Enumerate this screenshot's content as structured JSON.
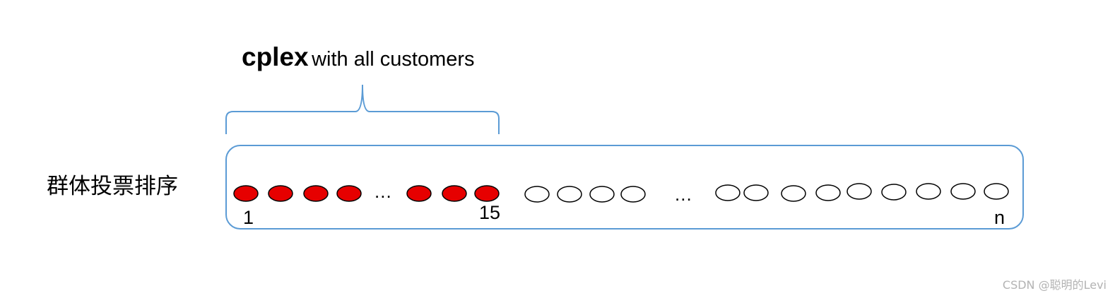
{
  "heading": {
    "bold": "cplex",
    "rest": "with all customers"
  },
  "side_label": "群体投票排序",
  "markers": {
    "first": "1",
    "fifteenth": "15",
    "last": "n",
    "ellipsis_selected": "...",
    "ellipsis_rest": "..."
  },
  "ranking": {
    "selected_count_shown": 7,
    "unselected_count_shown": 13,
    "selected_fill": "#e60000",
    "unselected_fill": "#ffffff",
    "outline": "#000000",
    "frame_color": "#5b9bd5"
  },
  "watermark": "CSDN @聪明的Levi"
}
